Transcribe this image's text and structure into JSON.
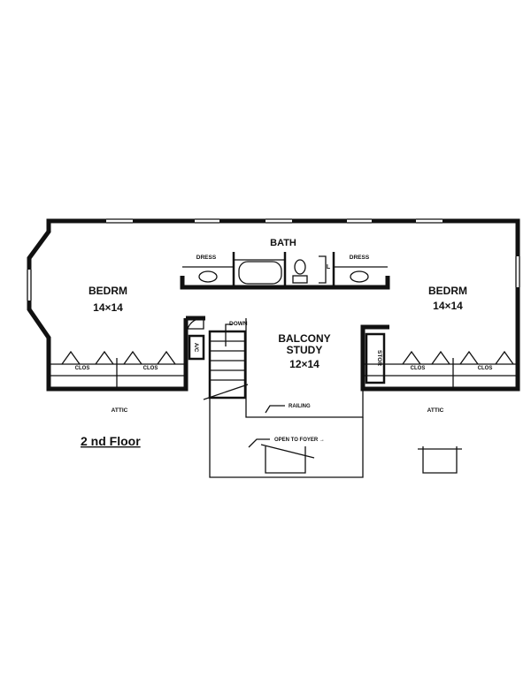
{
  "plan": {
    "title": "2 nd Floor",
    "rooms": {
      "bath": "BATH",
      "dress_left": "DRESS",
      "dress_right": "DRESS",
      "linen": "L",
      "bedroom_left": {
        "name": "BEDRM",
        "size": "14×14"
      },
      "bedroom_right": {
        "name": "BEDRM",
        "size": "14×14"
      },
      "balcony": {
        "name1": "BALCONY",
        "name2": "STUDY",
        "size": "12×14"
      },
      "stor": "STOR",
      "ac": "A/C",
      "clos": [
        "CLOS",
        "CLOS",
        "CLOS",
        "CLOS"
      ],
      "attic_left": "ATTIC",
      "attic_right": "ATTIC"
    },
    "notes": {
      "down": "DOWN",
      "railing": "RAILING",
      "open_to_foyer": "OPEN TO FOYER →"
    }
  }
}
